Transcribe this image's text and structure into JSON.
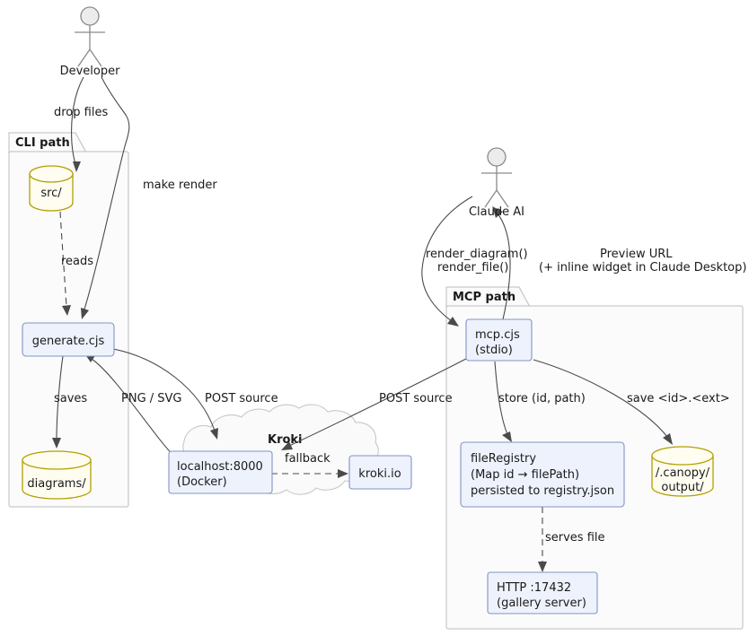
{
  "diagram": {
    "title": "Canopy render pipeline architecture",
    "type": "deployment-diagram"
  },
  "actors": {
    "developer": {
      "label": "Developer"
    },
    "claude": {
      "label": "Claude AI"
    }
  },
  "packages": {
    "cli": {
      "label": "CLI path"
    },
    "mcp": {
      "label": "MCP path"
    }
  },
  "cloud": {
    "label": "Kroki"
  },
  "nodes": {
    "generate": {
      "label": "generate.cjs"
    },
    "localhost": {
      "line1": "localhost:8000",
      "line2": "(Docker)"
    },
    "krokiio": {
      "label": "kroki.io"
    },
    "mcp": {
      "line1": "mcp.cjs",
      "line2": "(stdio)"
    },
    "fileregistry": {
      "line1": "fileRegistry",
      "line2": "(Map id → filePath)",
      "line3": "persisted to registry.json"
    },
    "http": {
      "line1": "HTTP :17432",
      "line2": "(gallery server)"
    }
  },
  "databases": {
    "src": {
      "label": "src/"
    },
    "diagrams": {
      "label": "diagrams/"
    },
    "canopy": {
      "line1": "/.canopy/",
      "line2": "output/"
    }
  },
  "edges": {
    "drop_files": {
      "label": "drop files"
    },
    "make_render": {
      "label": "make render"
    },
    "reads": {
      "label": "reads"
    },
    "saves": {
      "label": "saves"
    },
    "png_svg": {
      "label": "PNG / SVG"
    },
    "post_source_cli": {
      "label": "POST source"
    },
    "post_source_mcp": {
      "label": "POST source"
    },
    "fallback": {
      "label": "fallback"
    },
    "render_calls_line1": {
      "label": "render_diagram()"
    },
    "render_calls_line2": {
      "label": "render_file()"
    },
    "preview_line1": {
      "label": "Preview URL"
    },
    "preview_line2": {
      "label": "(+ inline widget in Claude Desktop)"
    },
    "store": {
      "label": "store (id, path)"
    },
    "save_ext": {
      "label": "save <id>.<ext>"
    },
    "serves_file": {
      "label": "serves file"
    }
  },
  "colors": {
    "node_fill": "#eef2fc",
    "node_stroke": "#8294c6",
    "db_fill": "#fefdf0",
    "db_stroke": "#b3a000",
    "pkg_fill": "#fbfbfb",
    "pkg_stroke": "#bcbcbc",
    "cloud_fill": "#fafafa",
    "edge_stroke": "#4a4a4a",
    "text": "#1a1a1a"
  }
}
